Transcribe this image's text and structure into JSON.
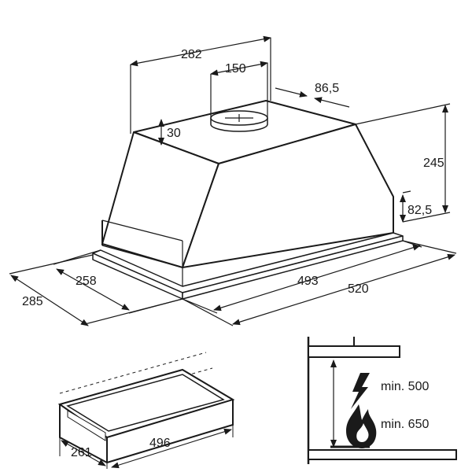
{
  "hood_dimensions": {
    "top_width": "282",
    "duct_diameter": "150",
    "duct_offset": "86,5",
    "top_recess": "30",
    "height": "245",
    "front_height": "82,5",
    "depth_inner": "258",
    "depth_outer": "285",
    "width_inner": "493",
    "width_outer": "520"
  },
  "cutout_dimensions": {
    "depth": "261",
    "width": "496"
  },
  "clearance": {
    "electric_label": "min. 500",
    "gas_label": "min. 650",
    "electric_icon": "lightning-bolt-icon",
    "gas_icon": "flame-icon"
  }
}
